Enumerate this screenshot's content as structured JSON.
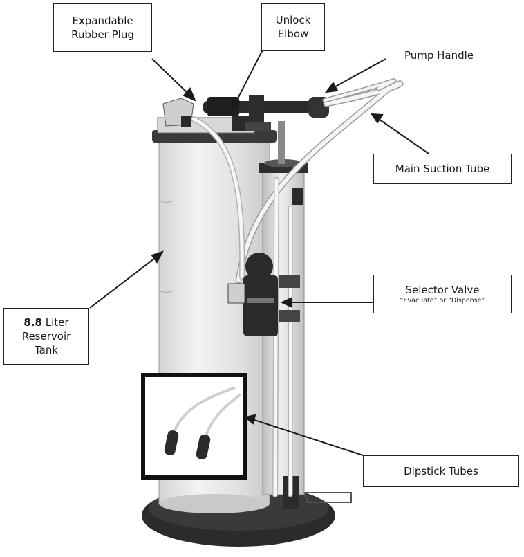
{
  "labels": {
    "rubber_plug": [
      "Expandable",
      "Rubber Plug"
    ],
    "unlock_elbow": [
      "Unlock",
      "Elbow"
    ],
    "pump_handle": "Pump Handle",
    "main_suction_tube": "Main Suction Tube",
    "selector_valve": "Selector Valve",
    "selector_valve_sub": "“Evacuate” or “Dispense”",
    "reservoir_size": "8.8",
    "reservoir_line1_rest": "Liter",
    "reservoir_line2": "Reservoir",
    "reservoir_line3": "Tank",
    "dipstick_tubes": "Dipstick Tubes"
  },
  "colors": {
    "line": "#1a1a1a",
    "tank": "#e6e6e6",
    "base": "#2b2b2b",
    "tube": "#f2f2f2"
  }
}
